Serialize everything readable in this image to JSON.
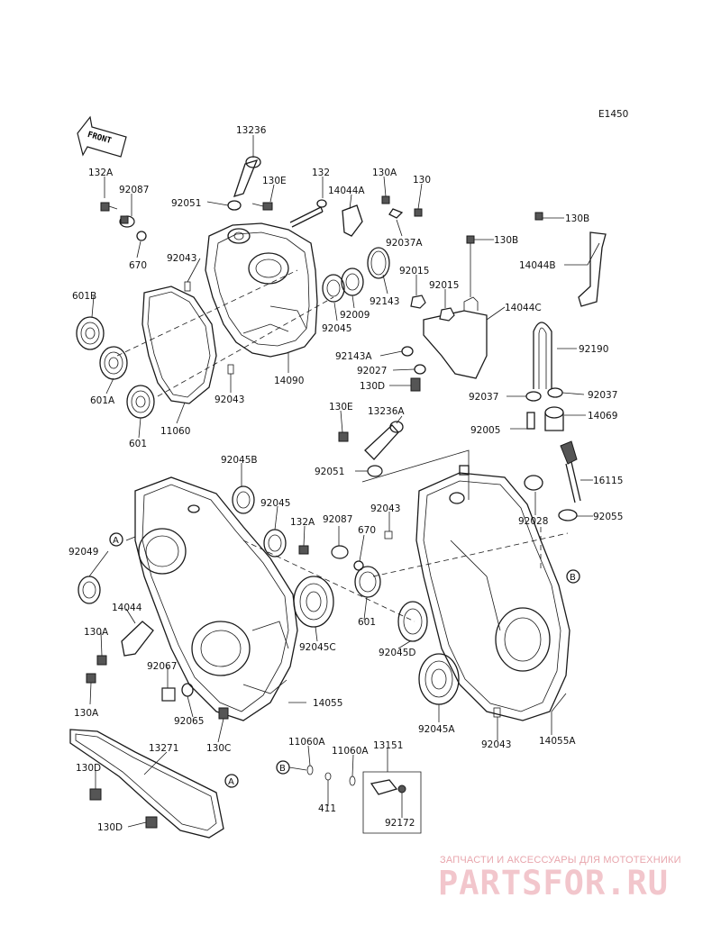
{
  "diagram_code": "E1450",
  "front_label": "FRONT",
  "callouts": {
    "ref_a": "A",
    "ref_b": "B"
  },
  "part_labels": [
    {
      "id": "p13236",
      "text": "13236"
    },
    {
      "id": "p132a_1",
      "text": "132A"
    },
    {
      "id": "p92087_1",
      "text": "92087"
    },
    {
      "id": "p92051_1",
      "text": "92051"
    },
    {
      "id": "p130e_1",
      "text": "130E"
    },
    {
      "id": "p132",
      "text": "132"
    },
    {
      "id": "p14044a",
      "text": "14044A"
    },
    {
      "id": "p130a_top",
      "text": "130A"
    },
    {
      "id": "p130",
      "text": "130"
    },
    {
      "id": "p130b_1",
      "text": "130B"
    },
    {
      "id": "p670_1",
      "text": "670"
    },
    {
      "id": "p92043_1",
      "text": "92043"
    },
    {
      "id": "p92037a",
      "text": "92037A"
    },
    {
      "id": "p130b_2",
      "text": "130B"
    },
    {
      "id": "p14044b",
      "text": "14044B"
    },
    {
      "id": "p601b",
      "text": "601B"
    },
    {
      "id": "p92015_1",
      "text": "92015"
    },
    {
      "id": "p92015_2",
      "text": "92015"
    },
    {
      "id": "p92143_1",
      "text": "92143"
    },
    {
      "id": "p14044c",
      "text": "14044C"
    },
    {
      "id": "p92009",
      "text": "92009"
    },
    {
      "id": "p92045_1",
      "text": "92045"
    },
    {
      "id": "p92190",
      "text": "92190"
    },
    {
      "id": "p92143a",
      "text": "92143A"
    },
    {
      "id": "p92027",
      "text": "92027"
    },
    {
      "id": "p14090",
      "text": "14090"
    },
    {
      "id": "p130d_1",
      "text": "130D"
    },
    {
      "id": "p601a",
      "text": "601A"
    },
    {
      "id": "p92043_2",
      "text": "92043"
    },
    {
      "id": "p92037_1",
      "text": "92037"
    },
    {
      "id": "p92037_2",
      "text": "92037"
    },
    {
      "id": "p11060",
      "text": "11060"
    },
    {
      "id": "p130e_2",
      "text": "130E"
    },
    {
      "id": "p13236a",
      "text": "13236A"
    },
    {
      "id": "p14069",
      "text": "14069"
    },
    {
      "id": "p601_1",
      "text": "601"
    },
    {
      "id": "p92005",
      "text": "92005"
    },
    {
      "id": "p92045b",
      "text": "92045B"
    },
    {
      "id": "p92051_2",
      "text": "92051"
    },
    {
      "id": "p16115",
      "text": "16115"
    },
    {
      "id": "p92045_2",
      "text": "92045"
    },
    {
      "id": "p92043_3",
      "text": "92043"
    },
    {
      "id": "p92055",
      "text": "92055"
    },
    {
      "id": "p132a_2",
      "text": "132A"
    },
    {
      "id": "p92087_2",
      "text": "92087"
    },
    {
      "id": "p670_2",
      "text": "670"
    },
    {
      "id": "p92028",
      "text": "92028"
    },
    {
      "id": "p92049",
      "text": "92049"
    },
    {
      "id": "p14044",
      "text": "14044"
    },
    {
      "id": "p601_2",
      "text": "601"
    },
    {
      "id": "p130a_2",
      "text": "130A"
    },
    {
      "id": "p92045c",
      "text": "92045C"
    },
    {
      "id": "p92045d",
      "text": "92045D"
    },
    {
      "id": "p92067",
      "text": "92067"
    },
    {
      "id": "p130a_3",
      "text": "130A"
    },
    {
      "id": "p92065",
      "text": "92065"
    },
    {
      "id": "p14055",
      "text": "14055"
    },
    {
      "id": "p92045a",
      "text": "92045A"
    },
    {
      "id": "p130c",
      "text": "130C"
    },
    {
      "id": "p92043_4",
      "text": "92043"
    },
    {
      "id": "p14055a",
      "text": "14055A"
    },
    {
      "id": "p13271",
      "text": "13271"
    },
    {
      "id": "p11060a_1",
      "text": "11060A"
    },
    {
      "id": "p11060a_2",
      "text": "11060A"
    },
    {
      "id": "p13151",
      "text": "13151"
    },
    {
      "id": "p130d_2",
      "text": "130D"
    },
    {
      "id": "p411",
      "text": "411"
    },
    {
      "id": "p130d_3",
      "text": "130D"
    },
    {
      "id": "p92172",
      "text": "92172"
    }
  ],
  "watermark": {
    "tagline": "ЗАПЧАСТИ И АКСЕССУАРЫ ДЛЯ МОТОТЕХНИКИ",
    "brand": "PARTSFOR.RU"
  }
}
